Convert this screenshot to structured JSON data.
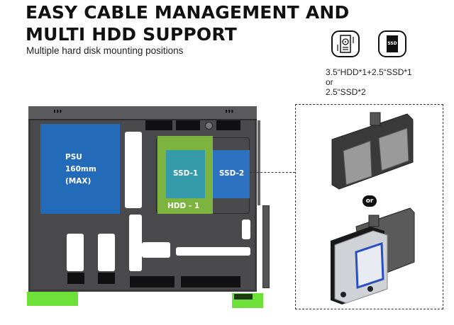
{
  "header": {
    "title_line1": "EASY CABLE MANAGEMENT AND",
    "title_line2": "MULTI HDD SUPPORT",
    "subtitle": "Multiple hard disk mounting positions"
  },
  "icons": [
    {
      "name": "hdd-icon",
      "label": ""
    },
    {
      "name": "ssd-icon",
      "label": "SSD"
    }
  ],
  "specs": {
    "option1": "3.5“HDD*1+2.5“SSD*1",
    "separator": "or",
    "option2": "2.5“SSD*2"
  },
  "case_diagram": {
    "psu_label_line1": "PSU",
    "psu_label_line2": "160mm",
    "psu_label_line3": "(MAX)",
    "ssd1_label": "SSD-1",
    "ssd2_label": "SSD-2",
    "hdd1_label": "HDD - 1"
  },
  "bracket_detail": {
    "or_label": "or"
  },
  "colors": {
    "psu_zone": "#1e6ec8",
    "hdd_zone": "#8cd23c",
    "ssd_zone": "#2878d2",
    "feet": "#6ee03a",
    "case": "#4a4a4c"
  }
}
